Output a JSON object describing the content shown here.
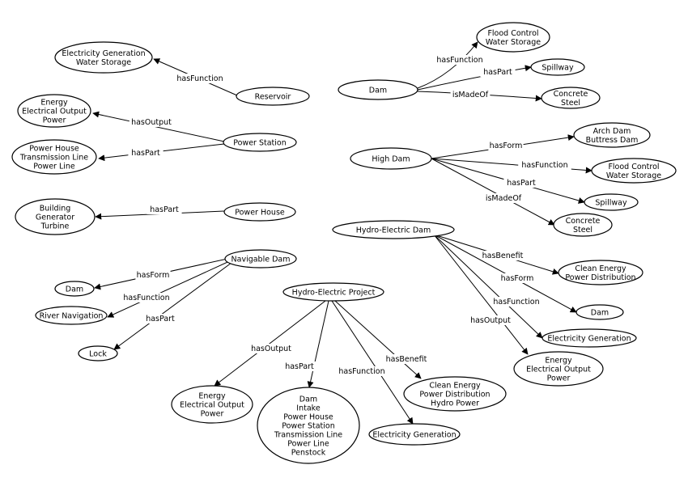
{
  "diagram": {
    "nodes": {
      "reservoir": [
        "Reservoir"
      ],
      "elec_gen_ws": [
        "Electricity Generation",
        "Water Storage"
      ],
      "power_station": [
        "Power Station"
      ],
      "energy_out_1": [
        "Energy",
        "Electrical Output",
        "Power"
      ],
      "powerhouse_tl": [
        "Power House",
        "Transmission Line",
        "Power Line"
      ],
      "power_house": [
        "Power House"
      ],
      "building": [
        "Building",
        "Generator",
        "Turbine"
      ],
      "navigable_dam": [
        "Navigable Dam"
      ],
      "dam_left": [
        "Dam"
      ],
      "river_nav": [
        "River Navigation"
      ],
      "lock": [
        "Lock"
      ],
      "dam": [
        "Dam"
      ],
      "flood_ctrl_1": [
        "Flood Control",
        "Water Storage"
      ],
      "spillway_1": [
        "Spillway"
      ],
      "concrete_1": [
        "Concrete",
        "Steel"
      ],
      "high_dam": [
        "High Dam"
      ],
      "arch_dam": [
        "Arch Dam",
        "Buttress Dam"
      ],
      "flood_ctrl_2": [
        "Flood Control",
        "Water Storage"
      ],
      "spillway_2": [
        "Spillway"
      ],
      "concrete_2": [
        "Concrete",
        "Steel"
      ],
      "hydro_dam": [
        "Hydro-Electric Dam"
      ],
      "clean_energy_1": [
        "Clean Energy",
        "Power Distribution"
      ],
      "dam_right": [
        "Dam"
      ],
      "elec_gen_1": [
        "Electricity Generation"
      ],
      "energy_out_2": [
        "Energy",
        "Electrical Output",
        "Power"
      ],
      "hydro_project": [
        "Hydro-Electric Project"
      ],
      "energy_out_3": [
        "Energy",
        "Electrical Output",
        "Power"
      ],
      "dam_parts": [
        "Dam",
        "Intake",
        "Power House",
        "Power Station",
        "Transmission Line",
        "Power Line",
        "Penstock"
      ],
      "elec_gen_2": [
        "Electricity Generation"
      ],
      "clean_energy_2": [
        "Clean Energy",
        "Power Distribution",
        "Hydro Power"
      ]
    },
    "edges": [
      {
        "from": "reservoir",
        "to": "elec_gen_ws",
        "label": "hasFunction"
      },
      {
        "from": "power_station",
        "to": "energy_out_1",
        "label": "hasOutput"
      },
      {
        "from": "power_station",
        "to": "powerhouse_tl",
        "label": "hasPart"
      },
      {
        "from": "power_house",
        "to": "building",
        "label": "hasPart"
      },
      {
        "from": "navigable_dam",
        "to": "dam_left",
        "label": "hasForm"
      },
      {
        "from": "navigable_dam",
        "to": "river_nav",
        "label": "hasFunction"
      },
      {
        "from": "navigable_dam",
        "to": "lock",
        "label": "hasPart"
      },
      {
        "from": "dam",
        "to": "flood_ctrl_1",
        "label": "hasFunction"
      },
      {
        "from": "dam",
        "to": "spillway_1",
        "label": "hasPart"
      },
      {
        "from": "dam",
        "to": "concrete_1",
        "label": "isMadeOf"
      },
      {
        "from": "high_dam",
        "to": "arch_dam",
        "label": "hasForm"
      },
      {
        "from": "high_dam",
        "to": "flood_ctrl_2",
        "label": "hasFunction"
      },
      {
        "from": "high_dam",
        "to": "spillway_2",
        "label": "hasPart"
      },
      {
        "from": "high_dam",
        "to": "concrete_2",
        "label": "isMadeOf"
      },
      {
        "from": "hydro_dam",
        "to": "clean_energy_1",
        "label": "hasBenefit"
      },
      {
        "from": "hydro_dam",
        "to": "dam_right",
        "label": "hasForm"
      },
      {
        "from": "hydro_dam",
        "to": "elec_gen_1",
        "label": "hasFunction"
      },
      {
        "from": "hydro_dam",
        "to": "energy_out_2",
        "label": "hasOutput"
      },
      {
        "from": "hydro_project",
        "to": "energy_out_3",
        "label": "hasOutput"
      },
      {
        "from": "hydro_project",
        "to": "dam_parts",
        "label": "hasPart"
      },
      {
        "from": "hydro_project",
        "to": "elec_gen_2",
        "label": "hasFunction"
      },
      {
        "from": "hydro_project",
        "to": "clean_energy_2",
        "label": "hasBenefit"
      }
    ]
  }
}
